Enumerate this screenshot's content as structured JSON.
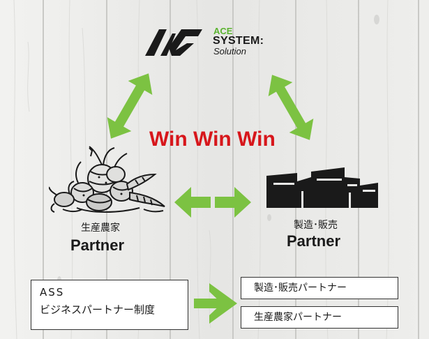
{
  "logo": {
    "word_ace": "ACE",
    "word_system": "SYSTEM:",
    "word_solution": "Solution",
    "accent_color": "#5ab32f",
    "ink_color": "#1a1a1a"
  },
  "center_text": "Win Win Win",
  "center_text_color": "#d7161b",
  "farmer": {
    "label": "生産農家",
    "partner": "Partner",
    "icon": "vegetables-icon"
  },
  "maker": {
    "label": "製造･販売",
    "partner": "Partner",
    "icon": "factory-icon"
  },
  "arrow_color": "#7cc242",
  "program_box": {
    "line1": "ASS",
    "line2": "ビジネスパートナー制度"
  },
  "partner_boxes": [
    {
      "label": "製造･販売パートナー"
    },
    {
      "label": "生産農家パートナー"
    }
  ],
  "background": {
    "type": "white-wood-planks",
    "base_color": "#e9e9e7"
  }
}
